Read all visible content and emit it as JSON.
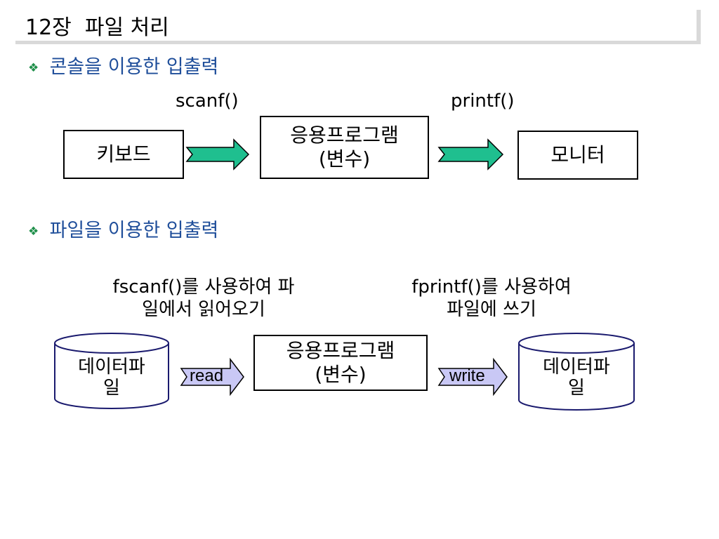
{
  "title": "12장  파일 처리",
  "sections": [
    {
      "bullet": "❖",
      "label": "콘솔을 이용한 입출력"
    },
    {
      "bullet": "❖",
      "label": "파일을 이용한 입출력"
    }
  ],
  "console": {
    "scanf_label": "scanf()",
    "printf_label": "printf()",
    "keyboard": "키보드",
    "program_line1": "응용프로그램",
    "program_line2": "(변수)",
    "monitor": "모니터"
  },
  "file": {
    "fscanf_line1": "fscanf()를 사용하여 파",
    "fscanf_line2": "일에서 읽어오기",
    "fprintf_line1": "fprintf()를 사용하여",
    "fprintf_line2": "파일에 쓰기",
    "datafile_line1": "데이터파",
    "datafile_line2": "일",
    "program_line1": "응용프로그램",
    "program_line2": "(변수)",
    "read_label": "read",
    "write_label": "write",
    "datafile2_line1": "데이터파",
    "datafile2_line2": "일"
  },
  "colors": {
    "section_text": "#1f4e9a",
    "bullet": "#1f8f4a",
    "console_arrow": "#1fbf8f",
    "file_arrow": "#c9c8f5"
  }
}
